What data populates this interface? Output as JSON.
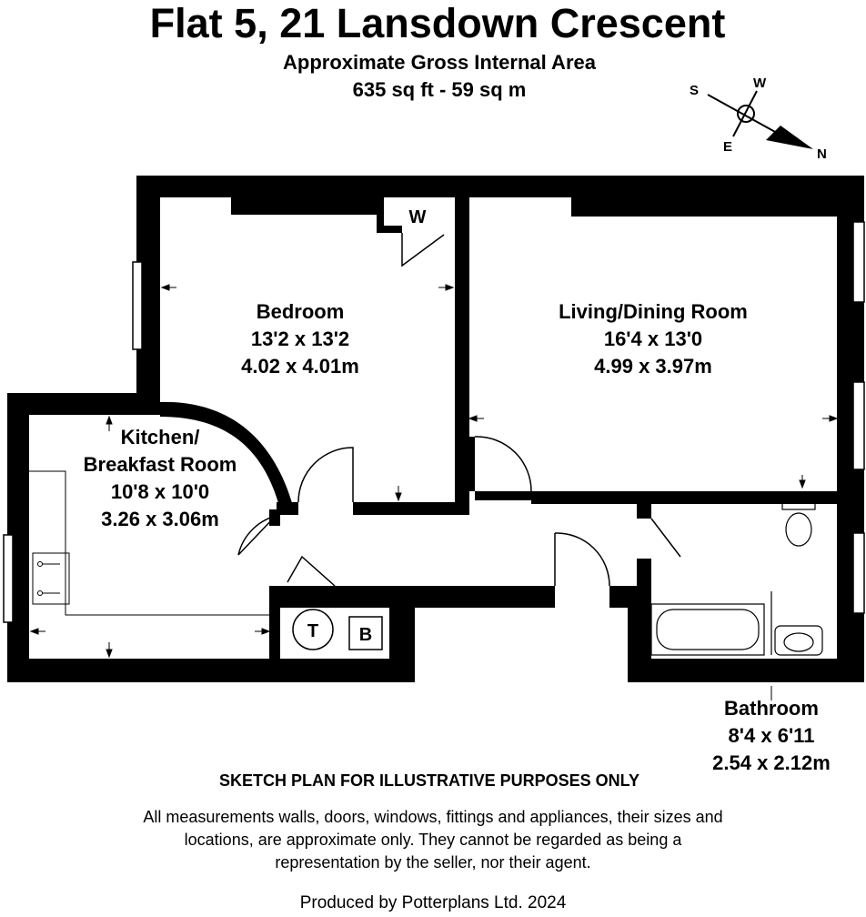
{
  "header": {
    "title": "Flat 5, 21 Lansdown Crescent",
    "area_caption": "Approximate Gross Internal Area",
    "area_value": "635 sq ft - 59 sq m"
  },
  "compass": {
    "north": "N",
    "south": "S",
    "east": "E",
    "west": "W"
  },
  "rooms": {
    "bedroom": {
      "name": "Bedroom",
      "imperial": "13'2 x 13'2",
      "metric": "4.02 x 4.01m"
    },
    "living": {
      "name": "Living/Dining Room",
      "imperial": "16'4 x 13'0",
      "metric": "4.99 x 3.97m"
    },
    "kitchen": {
      "name_line1": "Kitchen/",
      "name_line2": "Breakfast Room",
      "imperial": "10'8 x 10'0",
      "metric": "3.26 x 3.06m"
    },
    "bathroom": {
      "name": "Bathroom",
      "imperial": "8'4 x 6'11",
      "metric": "2.54 x 2.12m"
    }
  },
  "fixtures": {
    "wardrobe": "W",
    "tank": "T",
    "boiler": "B"
  },
  "footer": {
    "sketch_note": "SKETCH PLAN FOR ILLUSTRATIVE PURPOSES ONLY",
    "disclaimer": "All measurements walls, doors, windows, fittings and appliances, their sizes and locations, are approximate only. They cannot be regarded as being a representation by the seller, nor their agent.",
    "producer": "Produced by Potterplans Ltd. 2024"
  }
}
